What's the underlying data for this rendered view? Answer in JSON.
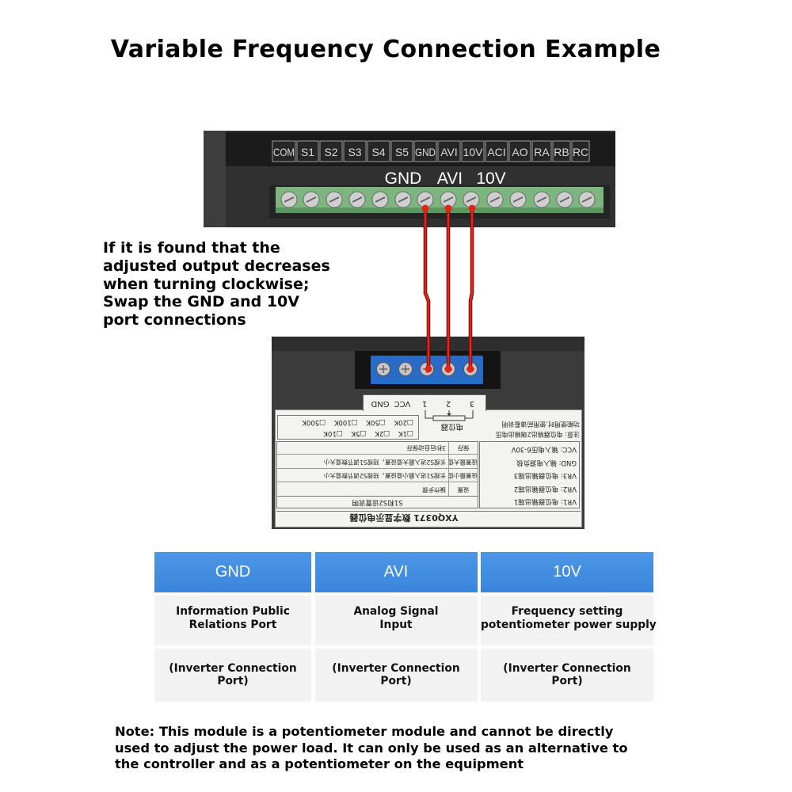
{
  "title": "Variable Frequency Connection Example",
  "colors": {
    "header_blue": "#3f8de0",
    "wire_red": "#e3241b",
    "terminal_green": "#7db57e",
    "module_terminal_blue": "#2a6bc6",
    "inverter_body": "#303030",
    "module_body": "#3b3b3b"
  },
  "inverter": {
    "terminals": [
      "COM",
      "S1",
      "S2",
      "S3",
      "S4",
      "S5",
      "GND",
      "AVI",
      "10V",
      "ACI",
      "AO",
      "RA",
      "RB",
      "RC"
    ],
    "highlight_labels": [
      "GND",
      "AVI",
      "10V"
    ]
  },
  "instruction": [
    "If it is found that the",
    "adjusted output decreases",
    "when turning clockwise;",
    "Swap the GND and 10V",
    "port connections"
  ],
  "module": {
    "title": "YXQ0371 数字显示电位器",
    "terminal_labels": [
      "3",
      "2",
      "1",
      "VCC",
      "GND"
    ],
    "pin_descriptions": [
      "VR1: 电位器输出端1",
      "VR2: 电位器输出端2",
      "VR3: 电位器输出端3",
      "GND: 输入电源负极",
      "VCC: 输入电压6-30V"
    ],
    "settings_title": "S1和S2设置说明",
    "settings_rows": [
      [
        "设置",
        "操作步骤"
      ],
      [
        "设置最小值",
        "长按S1进入最小值设置，短按S2调节数值大小"
      ],
      [
        "设置最大值",
        "长按S2进入最大值设置，短按S1调节数值大小"
      ],
      [
        "保存",
        "3秒后自动保存"
      ]
    ],
    "notes": [
      "注意: 电位器输出2端输出电压",
      "功能使用时,使用前请看说明"
    ],
    "pot_label": "电位器",
    "resistance_options": [
      [
        "□1K",
        "□2K",
        "□5K",
        "□10K"
      ],
      [
        "□20K",
        "□50K",
        "□100K",
        "□500K"
      ]
    ]
  },
  "ports_table": {
    "columns": [
      {
        "header": "GND",
        "description": [
          "Information Public",
          "Relations Port"
        ],
        "connection": [
          "(Inverter Connection",
          "Port)"
        ]
      },
      {
        "header": "AVI",
        "description": [
          "Analog Signal",
          "Input"
        ],
        "connection": [
          "(Inverter Connection",
          "Port)"
        ]
      },
      {
        "header": "10V",
        "description": [
          "Frequency setting",
          "potentiometer power supply"
        ],
        "connection": [
          "(Inverter Connection",
          "Port)"
        ]
      }
    ]
  },
  "note": [
    "Note: This module is a potentiometer module and cannot be directly",
    "used to adjust the power load. It can only be used as an alternative to",
    "the controller and as a potentiometer on the equipment"
  ]
}
